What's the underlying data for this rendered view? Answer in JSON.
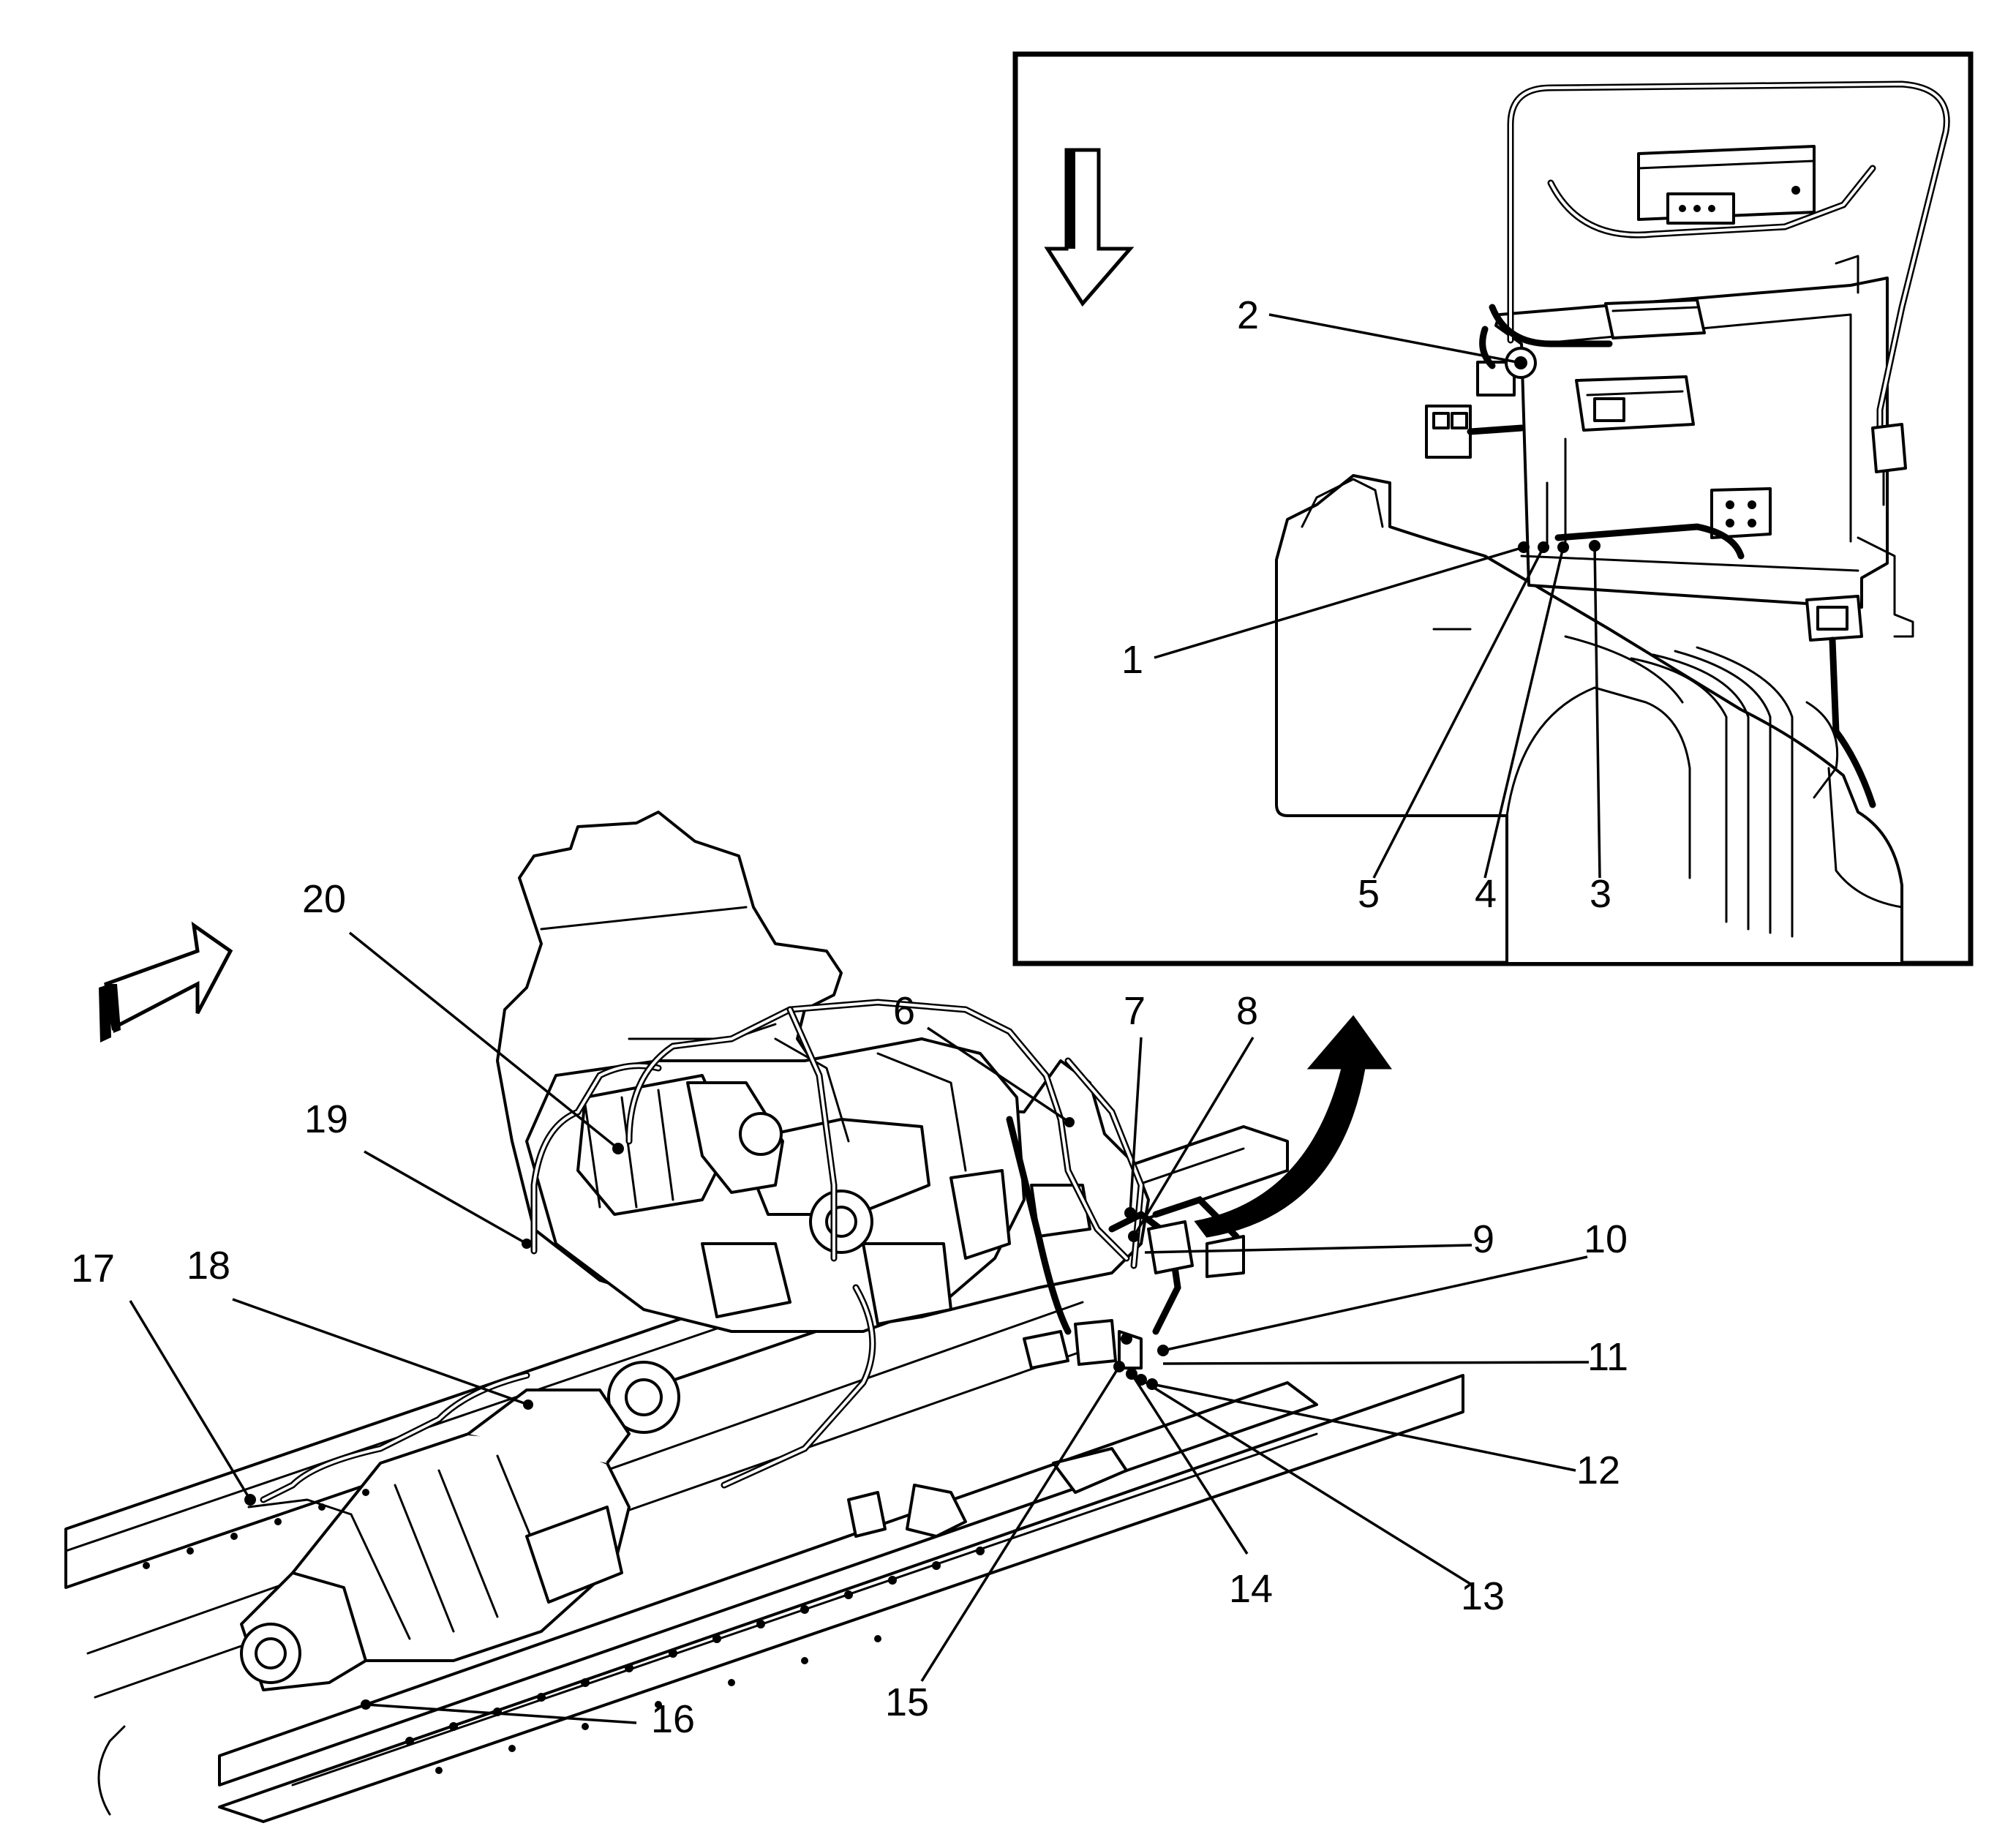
{
  "callouts": [
    {
      "id": "1",
      "text": "1"
    },
    {
      "id": "2",
      "text": "2"
    },
    {
      "id": "3",
      "text": "3"
    },
    {
      "id": "4",
      "text": "4"
    },
    {
      "id": "5",
      "text": "5"
    },
    {
      "id": "6",
      "text": "6"
    },
    {
      "id": "7",
      "text": "7"
    },
    {
      "id": "8",
      "text": "8"
    },
    {
      "id": "9",
      "text": "9"
    },
    {
      "id": "10",
      "text": "10"
    },
    {
      "id": "11",
      "text": "11"
    },
    {
      "id": "12",
      "text": "12"
    },
    {
      "id": "13",
      "text": "13"
    },
    {
      "id": "14",
      "text": "14"
    },
    {
      "id": "15",
      "text": "15"
    },
    {
      "id": "16",
      "text": "16"
    },
    {
      "id": "17",
      "text": "17"
    },
    {
      "id": "18",
      "text": "18"
    },
    {
      "id": "19",
      "text": "19"
    },
    {
      "id": "20",
      "text": "20"
    }
  ],
  "icons": {
    "main_arrow": "forward-direction-arrow-icon",
    "inset_arrow": "down-direction-arrow-icon",
    "detail_arrow": "curved-detail-arrow-icon"
  },
  "colors": {
    "ink": "#000000",
    "paper": "#ffffff"
  }
}
